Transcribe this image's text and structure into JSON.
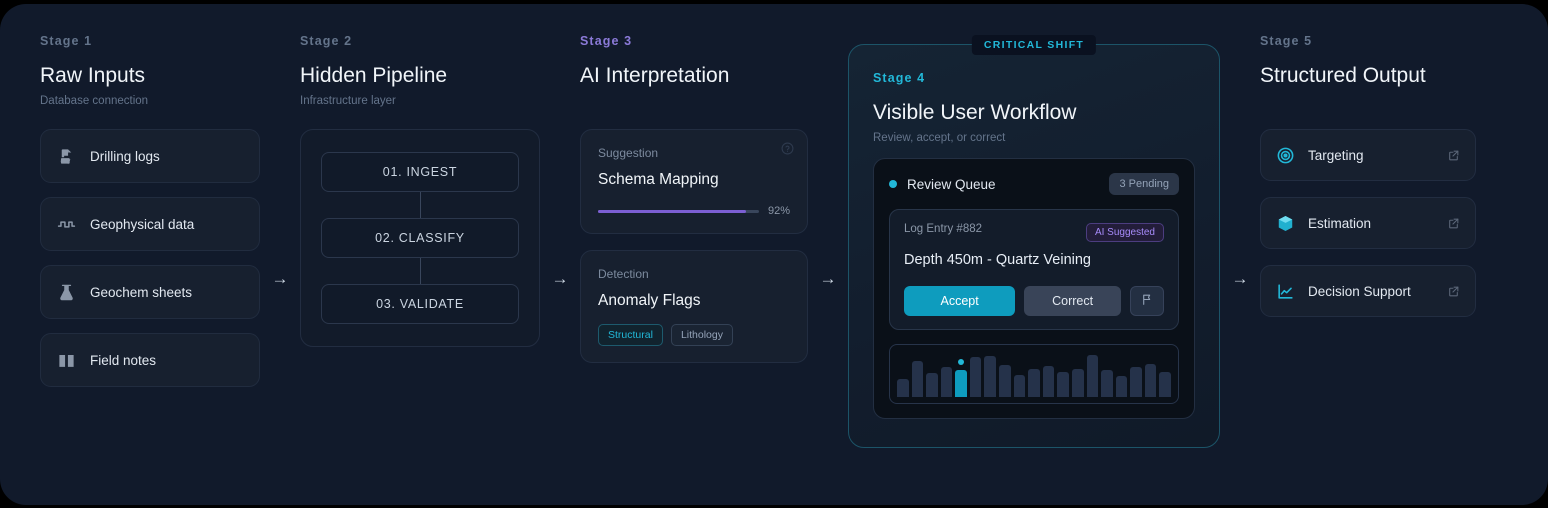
{
  "stages": [
    {
      "eyebrow": "Stage 1",
      "title": "Raw Inputs",
      "subtitle": "Database connection",
      "items": [
        {
          "label": "Drilling logs",
          "icon": "csv-file-icon"
        },
        {
          "label": "Geophysical data",
          "icon": "waveform-icon"
        },
        {
          "label": "Geochem sheets",
          "icon": "flask-icon"
        },
        {
          "label": "Field notes",
          "icon": "book-icon"
        }
      ]
    },
    {
      "eyebrow": "Stage 2",
      "title": "Hidden Pipeline",
      "subtitle": "Infrastructure layer",
      "steps": [
        "01. INGEST",
        "02. CLASSIFY",
        "03. VALIDATE"
      ]
    },
    {
      "eyebrow": "Stage 3",
      "title": "AI Interpretation",
      "cards": [
        {
          "kicker": "Suggestion",
          "title": "Schema Mapping",
          "progress_pct": 92,
          "progress_label": "92%",
          "help_icon": "help-circle-icon"
        },
        {
          "kicker": "Detection",
          "title": "Anomaly Flags",
          "tags": [
            {
              "label": "Structural",
              "active": true
            },
            {
              "label": "Lithology",
              "active": false
            }
          ]
        }
      ]
    },
    {
      "eyebrow": "Stage 4",
      "title": "Visible User Workflow",
      "subtitle": "Review, accept, or correct",
      "badge": "CRITICAL SHIFT",
      "queue": {
        "title": "Review Queue",
        "pending": "3 Pending",
        "entry": {
          "id": "Log Entry #882",
          "badge": "AI Suggested",
          "text": "Depth 450m - Quartz Veining",
          "buttons": [
            {
              "label": "Accept",
              "style": "accept"
            },
            {
              "label": "Correct",
              "style": "correct"
            }
          ],
          "flag_icon": "flag-icon"
        }
      }
    },
    {
      "eyebrow": "Stage 5",
      "title": "Structured Output",
      "items": [
        {
          "label": "Targeting",
          "icon": "target-icon",
          "link_icon": "external-link-icon"
        },
        {
          "label": "Estimation",
          "icon": "cube-icon",
          "link_icon": "external-link-icon"
        },
        {
          "label": "Decision Support",
          "icon": "line-chart-icon",
          "link_icon": "external-link-icon"
        }
      ]
    }
  ],
  "connectors": {
    "glyph": "→",
    "count": 4
  },
  "chart_data": {
    "type": "bar",
    "title": "",
    "categories": [
      "1",
      "2",
      "3",
      "4",
      "5",
      "6",
      "7",
      "8",
      "9",
      "10",
      "11",
      "12",
      "13",
      "14",
      "15",
      "16",
      "17",
      "18",
      "19"
    ],
    "values": [
      40,
      78,
      52,
      65,
      58,
      88,
      90,
      70,
      48,
      60,
      68,
      55,
      62,
      92,
      58,
      45,
      66,
      72,
      54
    ],
    "highlight_index": 4,
    "ylim": [
      0,
      100
    ],
    "xlabel": "",
    "ylabel": "",
    "grid": false,
    "legend": false
  },
  "colors": {
    "background": "#111a2b",
    "accent_cyan": "#22b8d8",
    "accent_purple": "#7c5fd3",
    "card": "#17202f",
    "text_primary": "#f1f5f9",
    "text_muted": "#64748b"
  }
}
